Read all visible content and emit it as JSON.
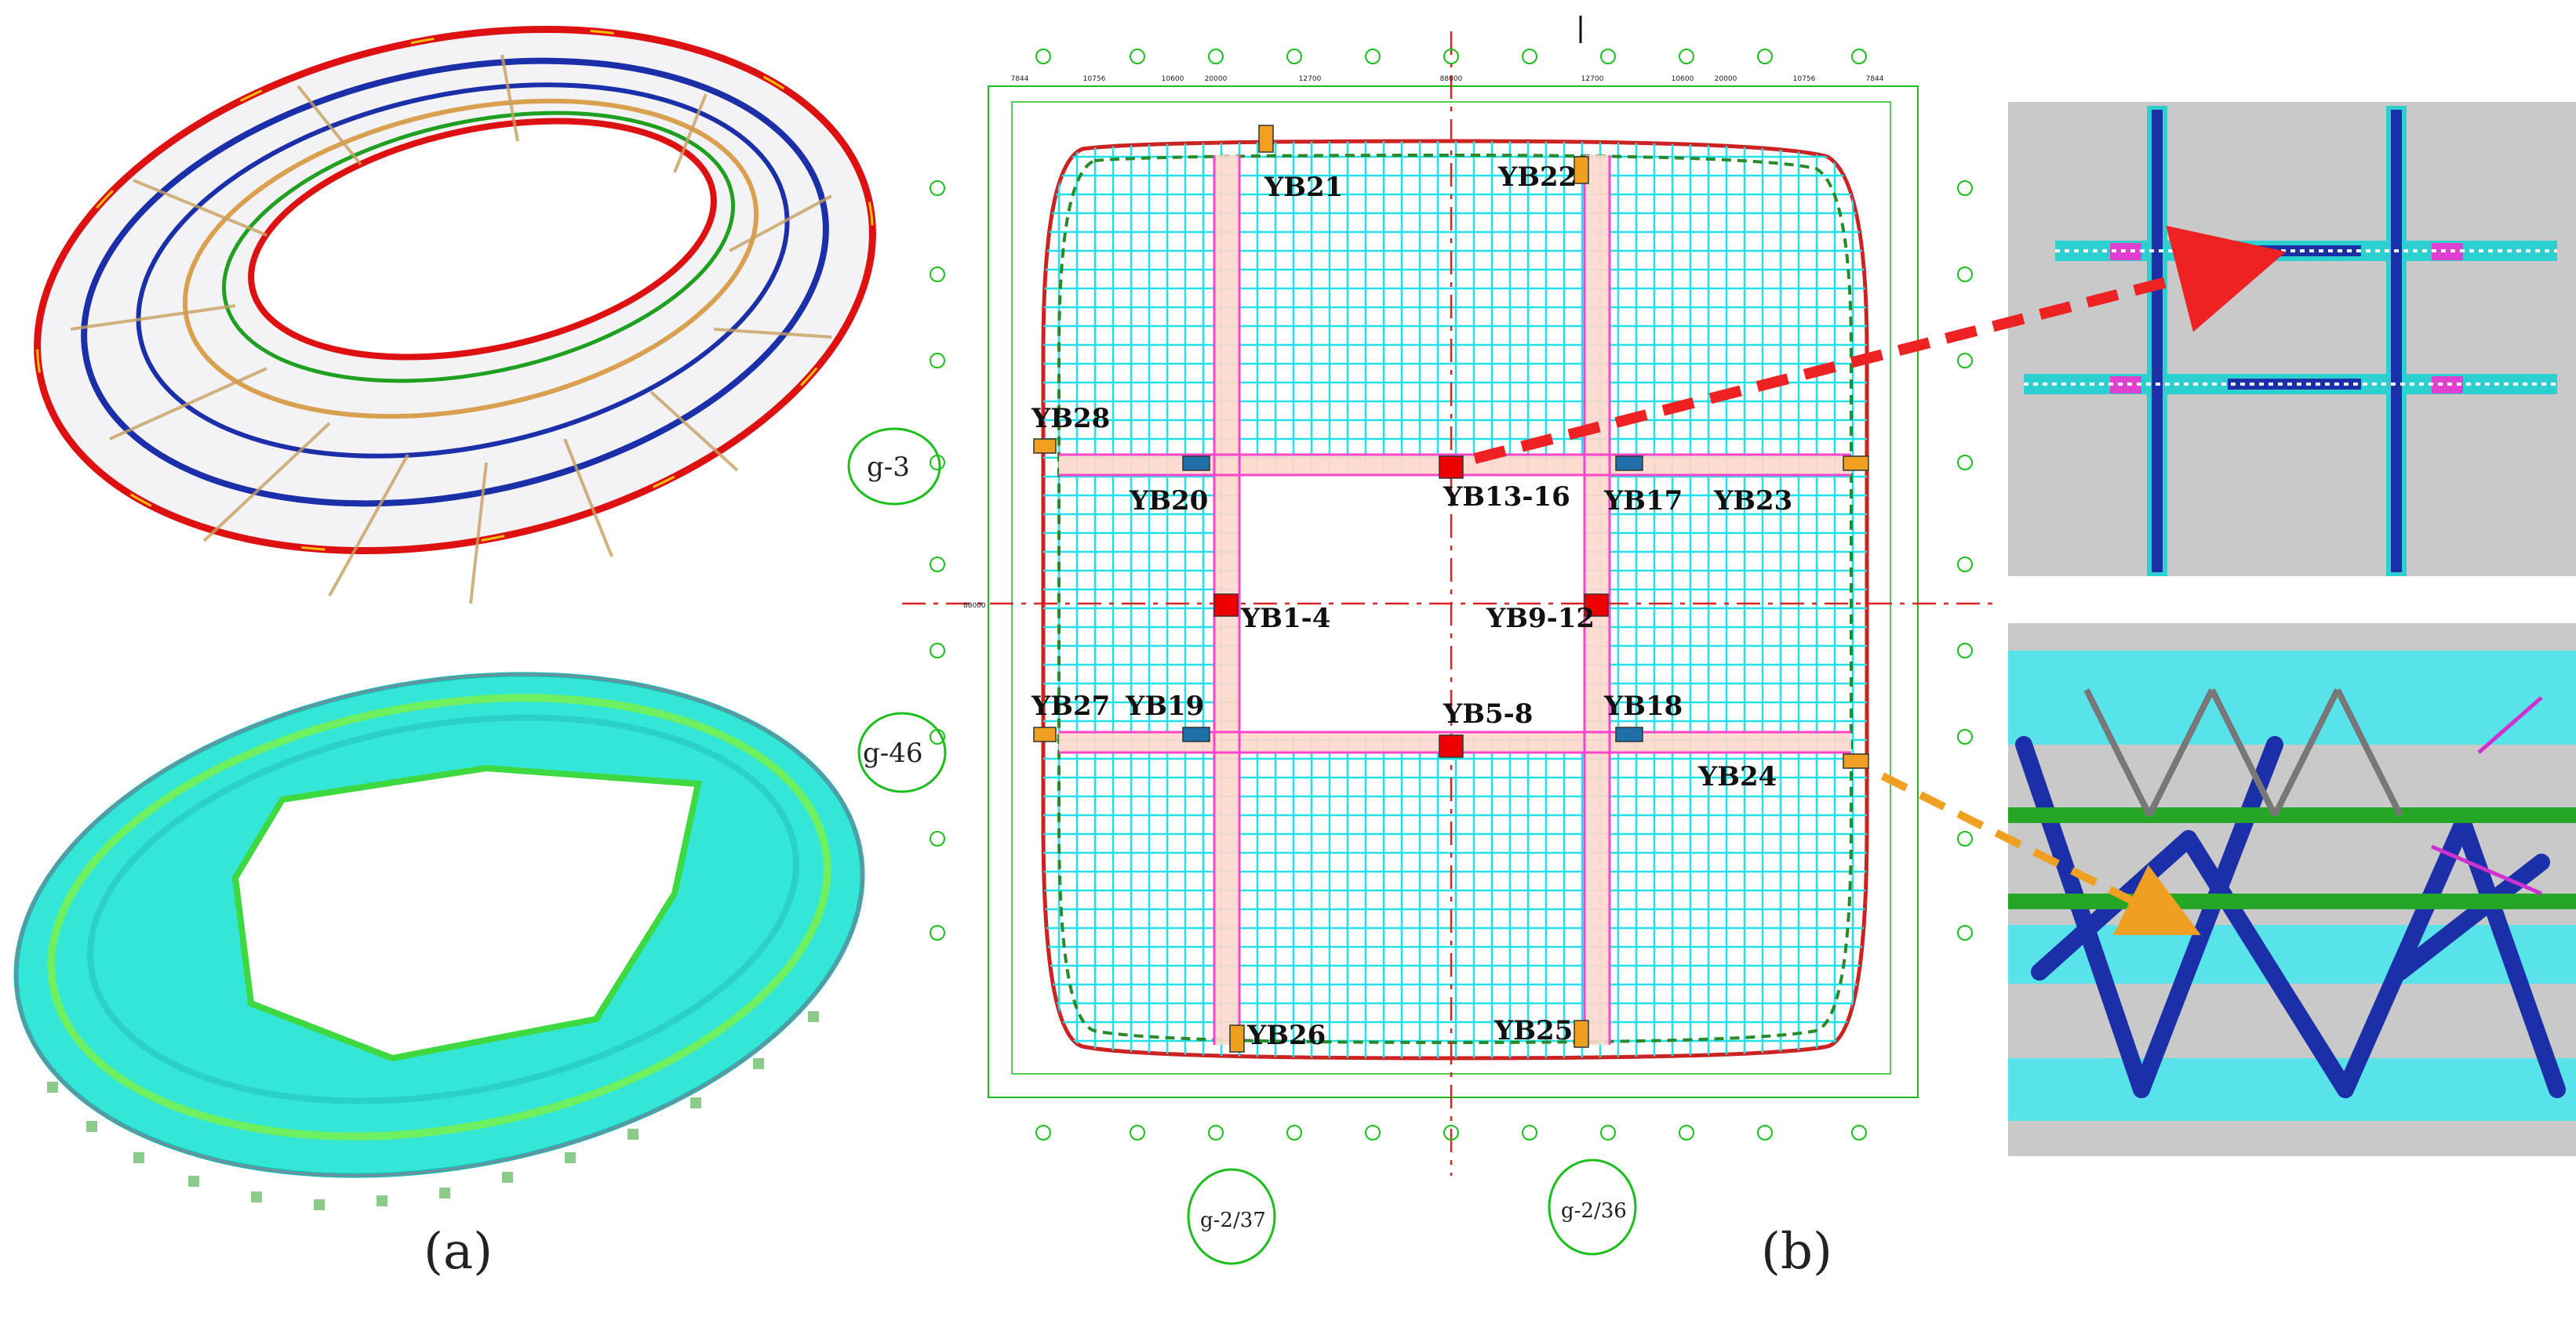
{
  "captions": {
    "a": "(a)",
    "b": "(b)"
  },
  "axis_labels": {
    "left_top": "g-3",
    "left_bottom": "g-46",
    "bottom_left": "g-2/37",
    "bottom_right": "g-2/36"
  },
  "sensors": [
    {
      "id": "YB21",
      "label": "YB21",
      "type": "edge"
    },
    {
      "id": "YB22",
      "label": "YB22",
      "type": "edge"
    },
    {
      "id": "YB28",
      "label": "YB28",
      "type": "edge"
    },
    {
      "id": "YB20",
      "label": "YB20",
      "type": "blue"
    },
    {
      "id": "YB13-16",
      "label": "YB13-16",
      "type": "center"
    },
    {
      "id": "YB17",
      "label": "YB17",
      "type": "blue"
    },
    {
      "id": "YB23",
      "label": "YB23",
      "type": "edge"
    },
    {
      "id": "YB1-4",
      "label": "YB1-4",
      "type": "center"
    },
    {
      "id": "YB9-12",
      "label": "YB9-12",
      "type": "center"
    },
    {
      "id": "YB27",
      "label": "YB27",
      "type": "edge"
    },
    {
      "id": "YB19",
      "label": "YB19",
      "type": "blue"
    },
    {
      "id": "YB5-8",
      "label": "YB5-8",
      "type": "center"
    },
    {
      "id": "YB18",
      "label": "YB18",
      "type": "blue"
    },
    {
      "id": "YB24",
      "label": "YB24",
      "type": "edge"
    },
    {
      "id": "YB26",
      "label": "YB26",
      "type": "edge"
    },
    {
      "id": "YB25",
      "label": "YB25",
      "type": "edge"
    }
  ],
  "dimensions": {
    "top_row": [
      "7844",
      "10756",
      "10600",
      "20000",
      "12700",
      "88000",
      "12700",
      "10600",
      "20000",
      "10756",
      "7844"
    ],
    "vertical_total": "88000"
  },
  "colors": {
    "grid": "#22e0e8",
    "frame": "#cc2222",
    "truss": "#2a8a2a",
    "pink": "#ff44cc",
    "sensor_center": "#ee0000",
    "sensor_blue": "#1f6fa8",
    "sensor_edge": "#f0a020",
    "arrow_red": "#ee2222",
    "arrow_orange": "#f0a020"
  }
}
